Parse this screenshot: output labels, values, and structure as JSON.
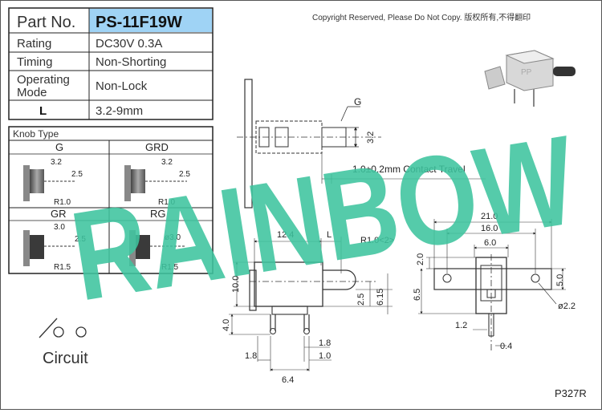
{
  "spec_table": {
    "part_no_label": "Part No.",
    "part_no_value": "PS-11F19W",
    "rows": [
      {
        "label": "Rating",
        "value": "DC30V 0.3A"
      },
      {
        "label": "Timing",
        "value": "Non-Shorting"
      },
      {
        "label": "Operating",
        "label2": "Mode",
        "value": "Non-Lock"
      },
      {
        "label": "L",
        "value": "3.2-9mm"
      }
    ]
  },
  "copyright": "Copyright Reserved, Please Do Not Copy. 版权所有,不得翻印",
  "knob_type": {
    "title": "Knob Type",
    "types": [
      {
        "name": "G",
        "dim_top": "3.2",
        "dim_side": "2.5",
        "radius": "R1.0"
      },
      {
        "name": "GRD",
        "dim_top": "3.2",
        "dim_side": "2.5",
        "radius": "R1.0"
      },
      {
        "name": "GR",
        "dim_top": "3.0",
        "dim_side": "2.5",
        "radius": "R1.5"
      },
      {
        "name": "RG",
        "dim_top": "ø3.0",
        "dim_side": "",
        "radius": "R1.5"
      }
    ]
  },
  "circuit_label": "Circuit",
  "watermark": "RAINBOW",
  "dimensions": {
    "top_view_knob": "G",
    "top_view_height": "3.2",
    "contact_travel": "1.0±0.2mm Contact Travel",
    "width_12_4": "12.4",
    "dim_L": "L",
    "radius_r1": "R1.0<2>",
    "height_10_0": "10.0",
    "height_4_0": "4.0",
    "height_2_5": "2.5",
    "height_6_15": "6.15",
    "pin_1_8_left": "1.8",
    "pin_1_8_right": "1.8",
    "pin_1_0": "1.0",
    "pin_6_4": "6.4",
    "front_21_0": "21.0",
    "front_16_0": "16.0",
    "front_6_0": "6.0",
    "front_2_0": "2.0",
    "front_6_5": "6.5",
    "front_5_0": "5.0",
    "front_hole": "ø2.2",
    "front_1_2": "1.2",
    "front_0_4": "0.4"
  },
  "drawing_code": "P327R",
  "colors": {
    "part_no_bg": "#9fd3f5",
    "watermark": "#3ec49e"
  }
}
